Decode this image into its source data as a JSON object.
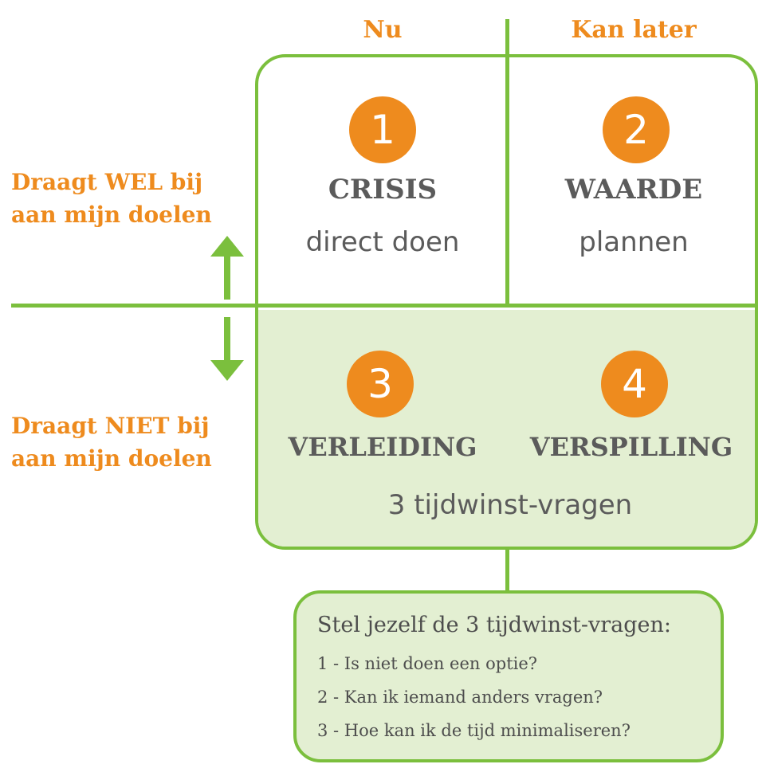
{
  "columns": {
    "now": "Nu",
    "later": "Kan later"
  },
  "rows": {
    "top": [
      "Draagt WEL bij",
      "aan mijn doelen"
    ],
    "bottom": [
      "Draagt NIET bij",
      "aan mijn doelen"
    ]
  },
  "quadrants": [
    {
      "number": "1",
      "title": "CRISIS",
      "action": "direct doen"
    },
    {
      "number": "2",
      "title": "WAARDE",
      "action": "plannen"
    },
    {
      "number": "3",
      "title": "VERLEIDING"
    },
    {
      "number": "4",
      "title": "VERSPILLING"
    }
  ],
  "bottom_action": "3 tijdwinst-vragen",
  "questions": {
    "heading": "Stel jezelf de 3 tijdwinst-vragen:",
    "items": [
      "1 - Is niet doen een optie?",
      "2 - Kan ik iemand anders vragen?",
      "3 - Hoe kan ik de tijd minimaliseren?"
    ]
  },
  "colors": {
    "accent_orange": "#ee8b1e",
    "line_green": "#7bbf3d",
    "fill_green": "#e3efd2",
    "text_gray": "#5b5b5b"
  }
}
